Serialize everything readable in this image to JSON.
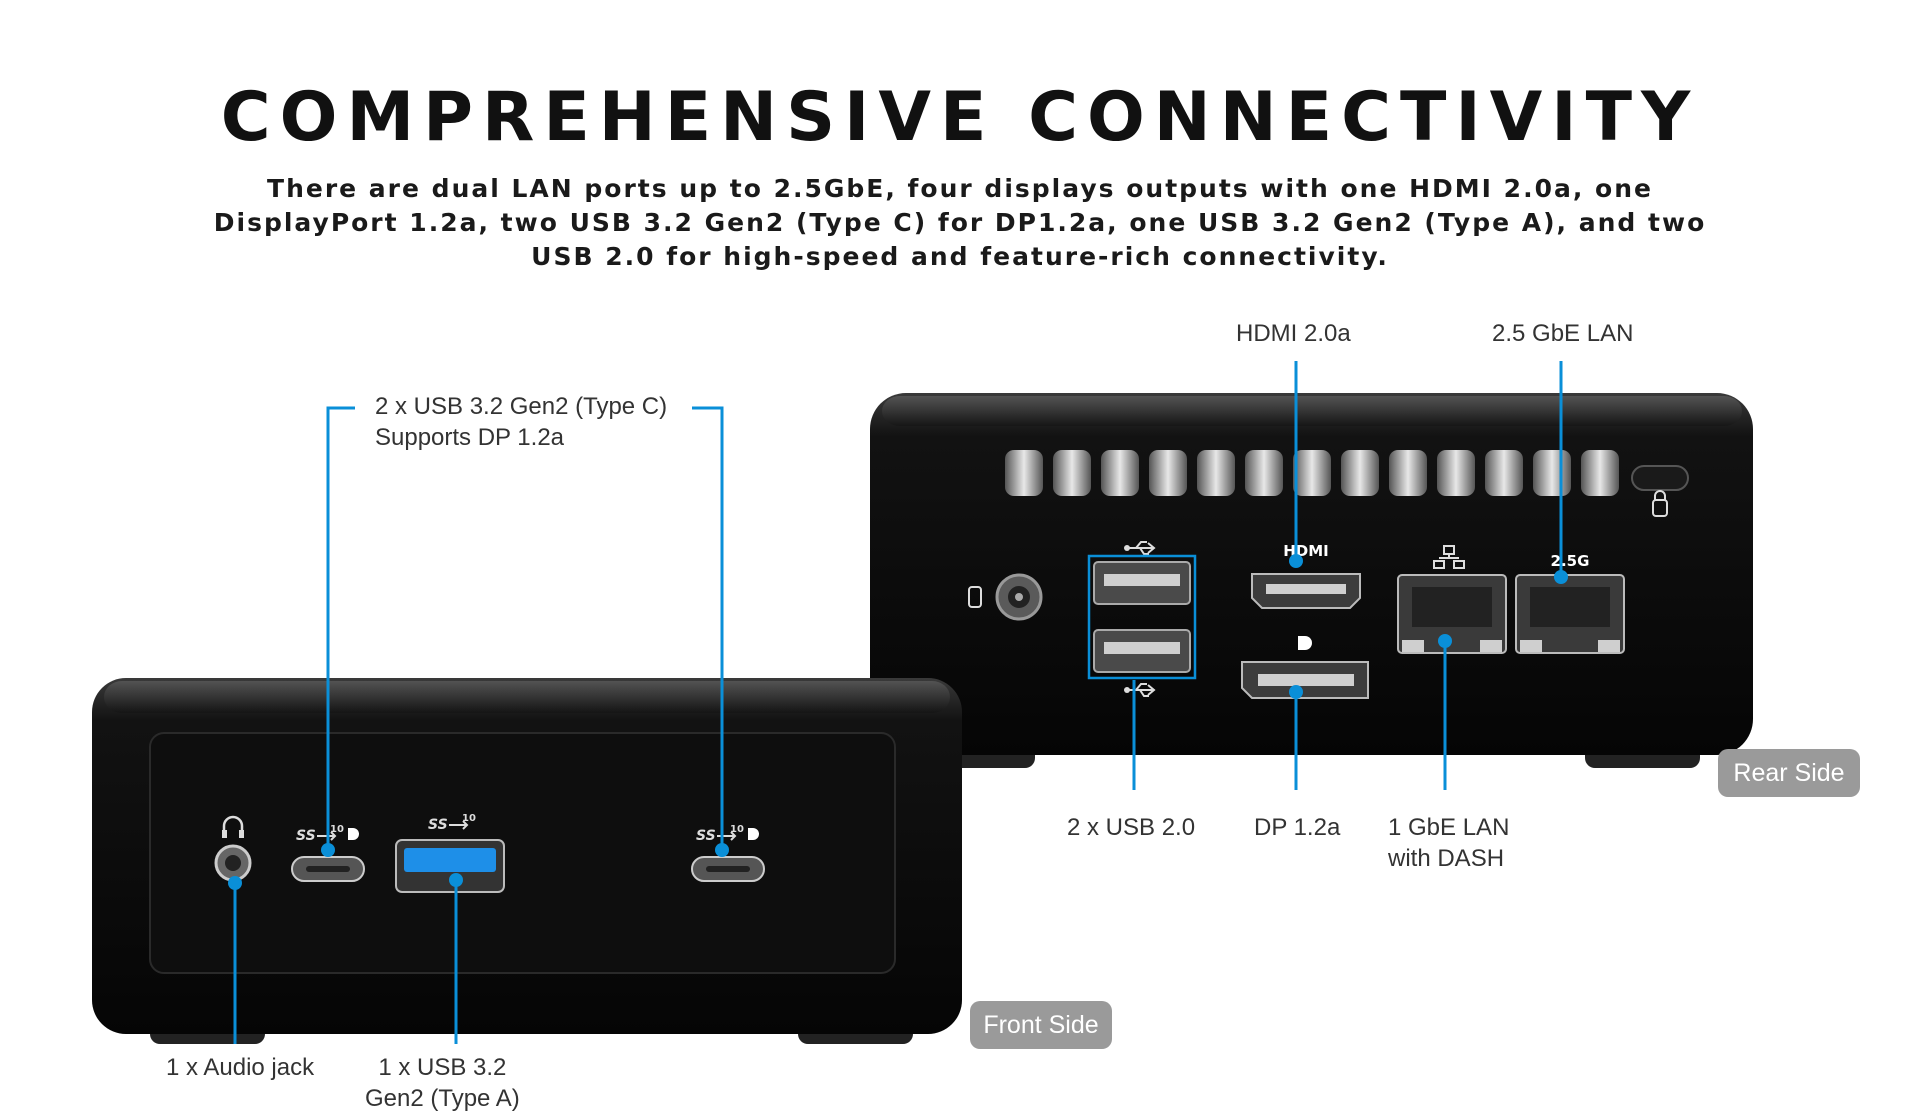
{
  "title": "COMPREHENSIVE CONNECTIVITY",
  "description": "There are dual LAN ports up to 2.5GbE, four displays outputs with one HDMI 2.0a, one DisplayPort 1.2a, two USB 3.2 Gen2 (Type C) for DP1.2a, one USB 3.2 Gen2 (Type A), and two USB 2.0 for high-speed and feature-rich connectivity.",
  "labels": {
    "usb_typec_line1": "2 x USB 3.2 Gen2 (Type C)",
    "usb_typec_line2": "Supports DP 1.2a",
    "hdmi": "HDMI 2.0a",
    "lan_25": "2.5 GbE LAN",
    "usb20": "2 x USB 2.0",
    "dp": "DP 1.2a",
    "lan_1_line1": "1 GbE LAN",
    "lan_1_line2": "with DASH",
    "audio": "1 x Audio jack",
    "usb_typea_line1": "1 x USB 3.2",
    "usb_typea_line2": "Gen2 (Type A)",
    "rear_side": "Rear Side",
    "front_side": "Front Side"
  },
  "port_marks": {
    "hdmi": "HDMI",
    "lan_25": "2.5G",
    "usb_speed": "10"
  },
  "colors": {
    "callout": "#0a8fd8",
    "device": "#0c0c0c",
    "badge": "#9a9a9a"
  }
}
